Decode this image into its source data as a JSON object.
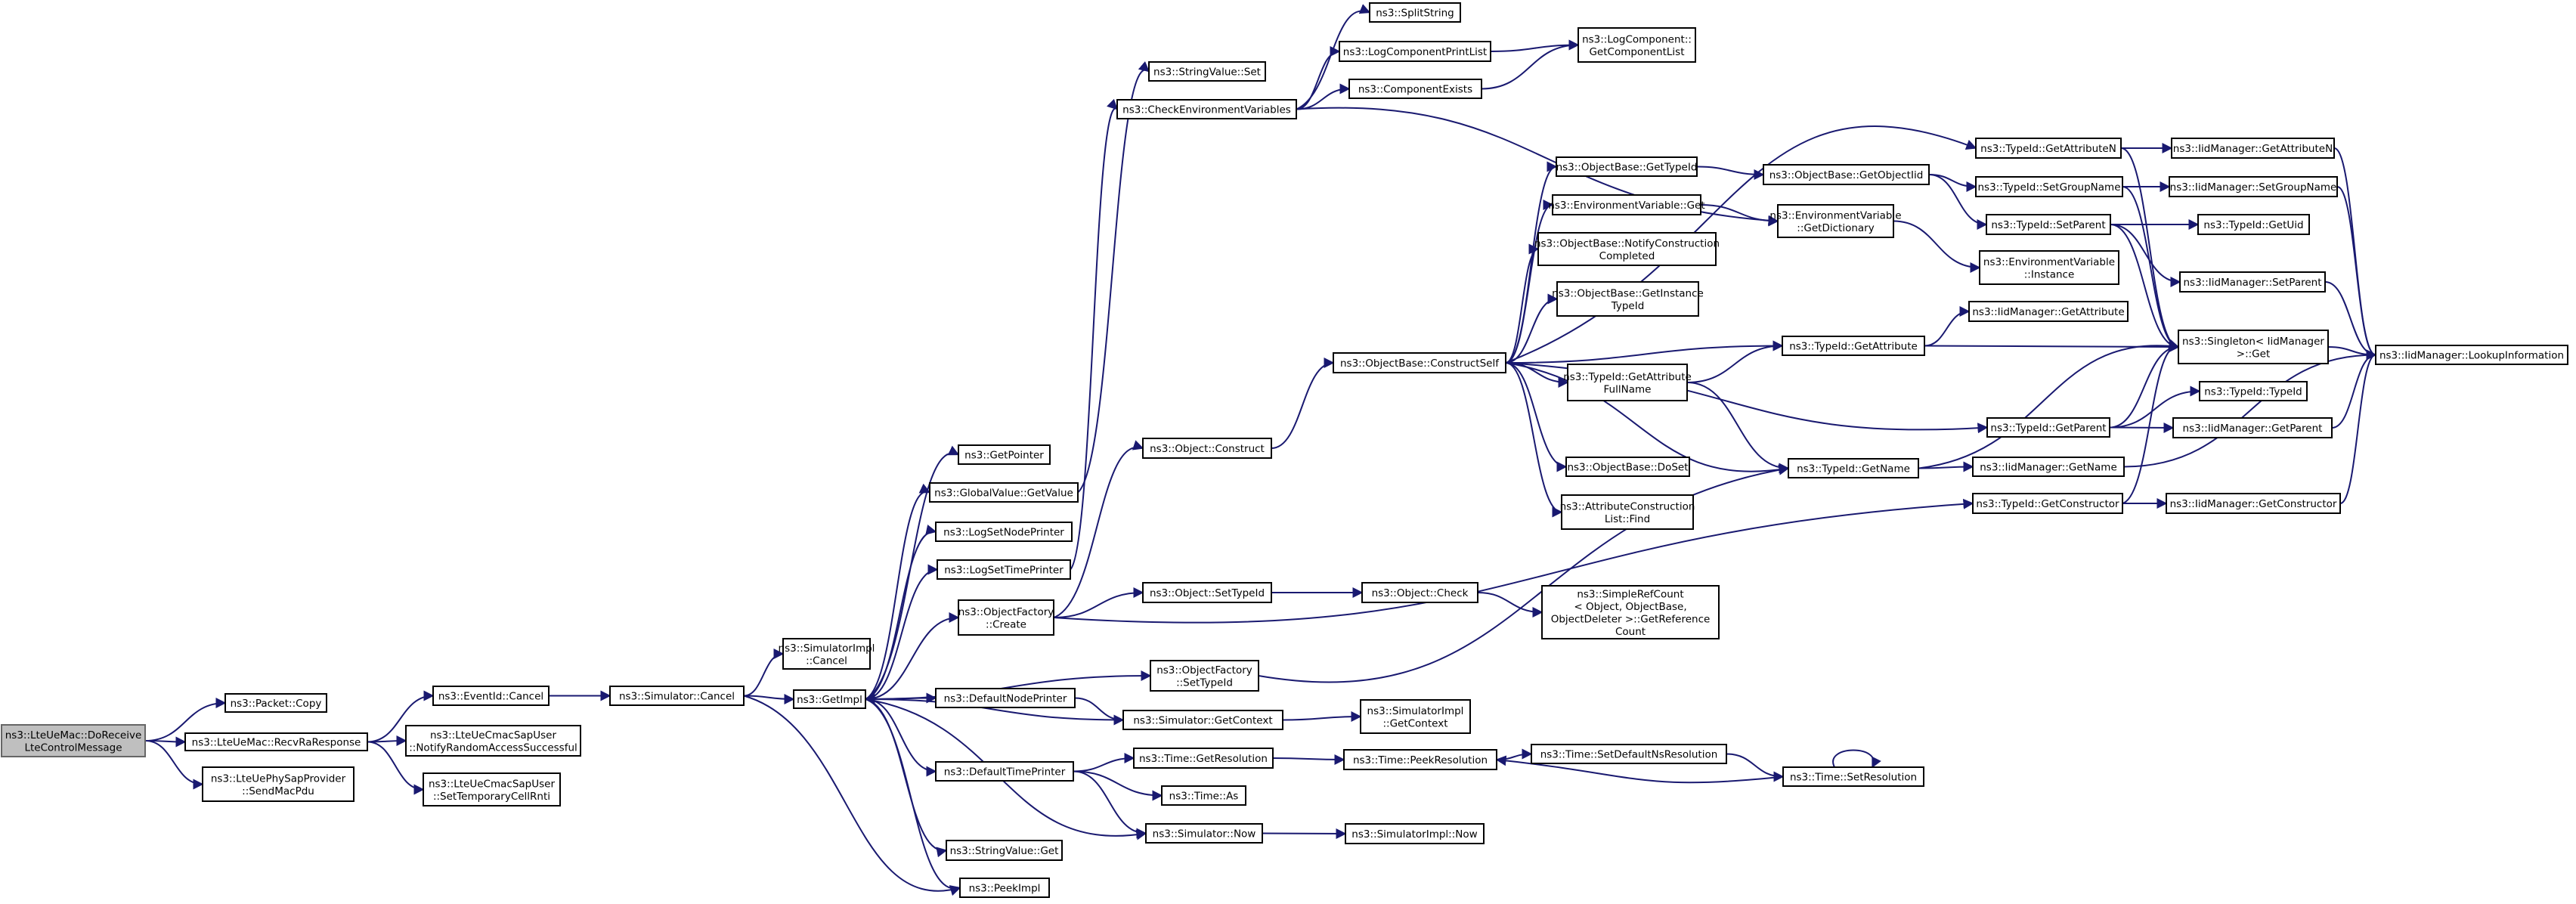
{
  "diagram": {
    "type": "call-graph",
    "root": "root",
    "colors": {
      "edge": "#191970",
      "node_border": "#000000",
      "root_fill": "#bfbfbf",
      "node_fill": "#ffffff"
    },
    "nodes": [
      {
        "id": "root",
        "lines": [
          "ns3::LteUeMac::DoReceive",
          "LteControlMessage"
        ]
      },
      {
        "id": "pktcopy",
        "lines": [
          "ns3::Packet::Copy"
        ]
      },
      {
        "id": "recvra",
        "lines": [
          "ns3::LteUeMac::RecvRaResponse"
        ]
      },
      {
        "id": "sendmac",
        "lines": [
          "ns3::LteUePhySapProvider",
          "::SendMacPdu"
        ]
      },
      {
        "id": "evcancel",
        "lines": [
          "ns3::EventId::Cancel"
        ]
      },
      {
        "id": "notifyra",
        "lines": [
          "ns3::LteUeCmacSapUser",
          "::NotifyRandomAccessSuccessful"
        ]
      },
      {
        "id": "settemp",
        "lines": [
          "ns3::LteUeCmacSapUser",
          "::SetTemporaryCellRnti"
        ]
      },
      {
        "id": "simcancel",
        "lines": [
          "ns3::Simulator::Cancel"
        ]
      },
      {
        "id": "simimplcancel",
        "lines": [
          "ns3::SimulatorImpl",
          "::Cancel"
        ]
      },
      {
        "id": "getimpl",
        "lines": [
          "ns3::GetImpl"
        ]
      },
      {
        "id": "getpointer",
        "lines": [
          "ns3::GetPointer"
        ]
      },
      {
        "id": "gvgetvalue",
        "lines": [
          "ns3::GlobalValue::GetValue"
        ]
      },
      {
        "id": "logsetnode",
        "lines": [
          "ns3::LogSetNodePrinter"
        ]
      },
      {
        "id": "logsettime",
        "lines": [
          "ns3::LogSetTimePrinter"
        ]
      },
      {
        "id": "objfactcreate",
        "lines": [
          "ns3::ObjectFactory",
          "::Create"
        ]
      },
      {
        "id": "defnodeprinter",
        "lines": [
          "ns3::DefaultNodePrinter"
        ]
      },
      {
        "id": "deftimeprinter",
        "lines": [
          "ns3::DefaultTimePrinter"
        ]
      },
      {
        "id": "svget",
        "lines": [
          "ns3::StringValue::Get"
        ]
      },
      {
        "id": "peekimpl",
        "lines": [
          "ns3::PeekImpl"
        ]
      },
      {
        "id": "svset",
        "lines": [
          "ns3::StringValue::Set"
        ]
      },
      {
        "id": "checkenv",
        "lines": [
          "ns3::CheckEnvironmentVariables"
        ]
      },
      {
        "id": "objconstruct",
        "lines": [
          "ns3::Object::Construct"
        ]
      },
      {
        "id": "objsettypeid",
        "lines": [
          "ns3::Object::SetTypeId"
        ]
      },
      {
        "id": "objfactsettypeid",
        "lines": [
          "ns3::ObjectFactory",
          "::SetTypeId"
        ]
      },
      {
        "id": "simgetcontext",
        "lines": [
          "ns3::Simulator::GetContext"
        ]
      },
      {
        "id": "timegetres",
        "lines": [
          "ns3::Time::GetResolution"
        ]
      },
      {
        "id": "timeas",
        "lines": [
          "ns3::Time::As"
        ]
      },
      {
        "id": "simnow",
        "lines": [
          "ns3::Simulator::Now"
        ]
      },
      {
        "id": "splitstring",
        "lines": [
          "ns3::SplitString"
        ]
      },
      {
        "id": "logcompprintlist",
        "lines": [
          "ns3::LogComponentPrintList"
        ]
      },
      {
        "id": "compexists",
        "lines": [
          "ns3::ComponentExists"
        ]
      },
      {
        "id": "logcompgetlist",
        "lines": [
          "ns3::LogComponent::",
          "GetComponentList"
        ]
      },
      {
        "id": "objbaseconstructself",
        "lines": [
          "ns3::ObjectBase::ConstructSelf"
        ]
      },
      {
        "id": "objcheck",
        "lines": [
          "ns3::Object::Check"
        ]
      },
      {
        "id": "simimplgetcontext",
        "lines": [
          "ns3::SimulatorImpl",
          "::GetContext"
        ]
      },
      {
        "id": "timepeekres",
        "lines": [
          "ns3::Time::PeekResolution"
        ]
      },
      {
        "id": "simimplnow",
        "lines": [
          "ns3::SimulatorImpl::Now"
        ]
      },
      {
        "id": "objbasegettypeid",
        "lines": [
          "ns3::ObjectBase::GetTypeId"
        ]
      },
      {
        "id": "envvarget",
        "lines": [
          "ns3::EnvironmentVariable::Get"
        ]
      },
      {
        "id": "objbasenotify",
        "lines": [
          "ns3::ObjectBase::NotifyConstruction",
          "Completed"
        ]
      },
      {
        "id": "objbasegetinstance",
        "lines": [
          "ns3::ObjectBase::GetInstance",
          "TypeId"
        ]
      },
      {
        "id": "typeidgetattrfull",
        "lines": [
          "ns3::TypeId::GetAttribute",
          "FullName"
        ]
      },
      {
        "id": "objbasedoset",
        "lines": [
          "ns3::ObjectBase::DoSet"
        ]
      },
      {
        "id": "attrconstructfind",
        "lines": [
          "ns3::AttributeConstruction",
          "List::Find"
        ]
      },
      {
        "id": "simplerefcount",
        "lines": [
          "ns3::SimpleRefCount",
          "< Object, ObjectBase,",
          "ObjectDeleter >::GetReference",
          "Count"
        ]
      },
      {
        "id": "timesetdefaultns",
        "lines": [
          "ns3::Time::SetDefaultNsResolution"
        ]
      },
      {
        "id": "objbasegetobjectiid",
        "lines": [
          "ns3::ObjectBase::GetObjectIid"
        ]
      },
      {
        "id": "envvargetdict",
        "lines": [
          "ns3::EnvironmentVariable",
          "::GetDictionary"
        ]
      },
      {
        "id": "typeidgetattr",
        "lines": [
          "ns3::TypeId::GetAttribute"
        ]
      },
      {
        "id": "typeidgetname",
        "lines": [
          "ns3::TypeId::GetName"
        ]
      },
      {
        "id": "timesetres",
        "lines": [
          "ns3::Time::SetResolution"
        ]
      },
      {
        "id": "typeidgetattrn",
        "lines": [
          "ns3::TypeId::GetAttributeN"
        ]
      },
      {
        "id": "typeidsetgroup",
        "lines": [
          "ns3::TypeId::SetGroupName"
        ]
      },
      {
        "id": "typeidsetparent",
        "lines": [
          "ns3::TypeId::SetParent"
        ]
      },
      {
        "id": "envvarinstance",
        "lines": [
          "ns3::EnvironmentVariable",
          "::Instance"
        ]
      },
      {
        "id": "iidmgrgetattr",
        "lines": [
          "ns3::IidManager::GetAttribute"
        ]
      },
      {
        "id": "typeidgetparent",
        "lines": [
          "ns3::TypeId::GetParent"
        ]
      },
      {
        "id": "iidmgrgetname",
        "lines": [
          "ns3::IidManager::GetName"
        ]
      },
      {
        "id": "typeidgetconstructor",
        "lines": [
          "ns3::TypeId::GetConstructor"
        ]
      },
      {
        "id": "iidmgrgetattrn",
        "lines": [
          "ns3::IidManager::GetAttributeN"
        ]
      },
      {
        "id": "iidmgrsetgroup",
        "lines": [
          "ns3::IidManager::SetGroupName"
        ]
      },
      {
        "id": "typeidgetuid",
        "lines": [
          "ns3::TypeId::GetUid"
        ]
      },
      {
        "id": "iidmgrsetparent",
        "lines": [
          "ns3::IidManager::SetParent"
        ]
      },
      {
        "id": "singletonget",
        "lines": [
          "ns3::Singleton< IidManager",
          ">::Get"
        ]
      },
      {
        "id": "typeidtypeid",
        "lines": [
          "ns3::TypeId::TypeId"
        ]
      },
      {
        "id": "iidmgrgetparent",
        "lines": [
          "ns3::IidManager::GetParent"
        ]
      },
      {
        "id": "iidmgrgetconstructor",
        "lines": [
          "ns3::IidManager::GetConstructor"
        ]
      },
      {
        "id": "iidmgrlookup",
        "lines": [
          "ns3::IidManager::LookupInformation"
        ]
      }
    ]
  }
}
